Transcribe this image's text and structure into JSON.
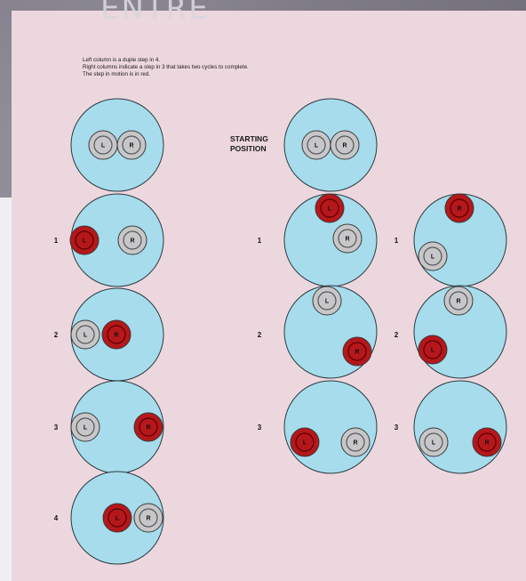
{
  "page": {
    "title_fragment": "ENTRE",
    "instructions": [
      "Left column is a duple step in 4.",
      "Right columns indicate a step in 3 that takes two cycles to complete.",
      "The step in motion is in red."
    ],
    "starting_label_line1": "STARTING",
    "starting_label_line2": "POSITION"
  },
  "colors": {
    "circle_fill": "#a7dcec",
    "foot_rest": "#c7c7c9",
    "foot_moving": "#b5171b",
    "paper": "#edd7df"
  },
  "columns": [
    {
      "name": "duple-in-4",
      "rows": [
        {
          "label": "",
          "feet": [
            {
              "letter": "L",
              "state": "rest"
            },
            {
              "letter": "R",
              "state": "rest"
            }
          ]
        },
        {
          "label": "1",
          "feet": [
            {
              "letter": "L",
              "state": "moving"
            },
            {
              "letter": "R",
              "state": "rest"
            }
          ]
        },
        {
          "label": "2",
          "feet": [
            {
              "letter": "L",
              "state": "rest"
            },
            {
              "letter": "R",
              "state": "moving"
            }
          ]
        },
        {
          "label": "3",
          "feet": [
            {
              "letter": "L",
              "state": "rest"
            },
            {
              "letter": "R",
              "state": "moving"
            }
          ]
        },
        {
          "label": "4",
          "feet": [
            {
              "letter": "L",
              "state": "moving"
            },
            {
              "letter": "R",
              "state": "rest"
            }
          ]
        }
      ]
    },
    {
      "name": "step-in-3-cycle-1",
      "rows": [
        {
          "label": "",
          "feet": [
            {
              "letter": "L",
              "state": "rest"
            },
            {
              "letter": "R",
              "state": "rest"
            }
          ]
        },
        {
          "label": "1",
          "feet": [
            {
              "letter": "L",
              "state": "moving"
            },
            {
              "letter": "R",
              "state": "rest"
            }
          ]
        },
        {
          "label": "2",
          "feet": [
            {
              "letter": "L",
              "state": "rest"
            },
            {
              "letter": "R",
              "state": "moving"
            }
          ]
        },
        {
          "label": "3",
          "feet": [
            {
              "letter": "L",
              "state": "moving"
            },
            {
              "letter": "R",
              "state": "rest"
            }
          ]
        }
      ]
    },
    {
      "name": "step-in-3-cycle-2",
      "rows": [
        {
          "label": "1",
          "feet": [
            {
              "letter": "R",
              "state": "moving"
            },
            {
              "letter": "L",
              "state": "rest"
            }
          ]
        },
        {
          "label": "2",
          "feet": [
            {
              "letter": "R",
              "state": "rest"
            },
            {
              "letter": "L",
              "state": "moving"
            }
          ]
        },
        {
          "label": "3",
          "feet": [
            {
              "letter": "L",
              "state": "rest"
            },
            {
              "letter": "R",
              "state": "moving"
            }
          ]
        }
      ]
    }
  ]
}
